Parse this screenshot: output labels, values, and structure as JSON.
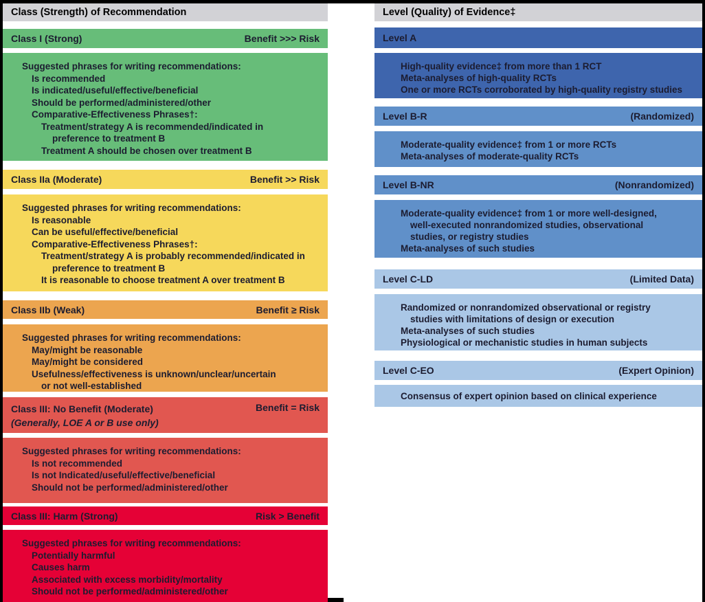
{
  "colors": {
    "frame": "#000000",
    "header_gray": "#d2d2d6",
    "class_i_green": "#67bd79",
    "class_iia_yellow": "#f6d85b",
    "class_iib_orange": "#eca54f",
    "class_iii_no_benefit_salmon": "#e15750",
    "class_iii_harm_red": "#e50136",
    "level_a_blue": "#3e65ad",
    "level_b_blue": "#6090c9",
    "level_c_blue": "#aac7e6",
    "text": "#1c1c30"
  },
  "left": {
    "header": "Class (Strength) of Recommendation",
    "sections": [
      {
        "title": "Class I (Strong)",
        "risk": "Benefit >>> Risk",
        "lines": [
          {
            "t": "Suggested phrases for writing recommendations:",
            "i": 0
          },
          {
            "t": "Is recommended",
            "i": 1
          },
          {
            "t": "Is indicated/useful/effective/beneficial",
            "i": 1
          },
          {
            "t": "Should be performed/administered/other",
            "i": 1
          },
          {
            "t": "Comparative-Effectiveness Phrases†:",
            "i": 1
          },
          {
            "t": "Treatment/strategy A is recommended/indicated in",
            "i": 2
          },
          {
            "t": "preference to treatment B",
            "i": 3
          },
          {
            "t": "Treatment A should be chosen over treatment B",
            "i": 2
          }
        ]
      },
      {
        "title": "Class IIa (Moderate)",
        "risk": "Benefit >> Risk",
        "lines": [
          {
            "t": "Suggested phrases for writing recommendations:",
            "i": 0
          },
          {
            "t": "Is reasonable",
            "i": 1
          },
          {
            "t": "Can be useful/effective/beneficial",
            "i": 1
          },
          {
            "t": "Comparative-Effectiveness Phrases†:",
            "i": 1
          },
          {
            "t": "Treatment/strategy A is probably recommended/indicated in",
            "i": 2
          },
          {
            "t": "preference to treatment B",
            "i": 3
          },
          {
            "t": "It is reasonable to choose treatment A over treatment B",
            "i": 2
          }
        ]
      },
      {
        "title": "Class IIb (Weak)",
        "risk": "Benefit ≥ Risk",
        "lines": [
          {
            "t": "Suggested phrases for writing recommendations:",
            "i": 0
          },
          {
            "t": "May/might be reasonable",
            "i": 1
          },
          {
            "t": "May/might be considered",
            "i": 1
          },
          {
            "t": "Usefulness/effectiveness is unknown/unclear/uncertain",
            "i": 1
          },
          {
            "t": "or not well-established",
            "i": 2
          }
        ]
      },
      {
        "title": "Class III: No Benefit (Moderate)",
        "subtitle": "(Generally, LOE A or B use only)",
        "risk": "Benefit = Risk",
        "lines": [
          {
            "t": "Suggested phrases for writing recommendations:",
            "i": 0
          },
          {
            "t": "Is not recommended",
            "i": 1
          },
          {
            "t": "Is not Indicated/useful/effective/beneficial",
            "i": 1
          },
          {
            "t": "Should not be performed/administered/other",
            "i": 1
          }
        ]
      },
      {
        "title": "Class III: Harm (Strong)",
        "risk": "Risk > Benefit",
        "lines": [
          {
            "t": "Suggested phrases for writing recommendations:",
            "i": 0
          },
          {
            "t": "Potentially harmful",
            "i": 1
          },
          {
            "t": "Causes harm",
            "i": 1
          },
          {
            "t": "Associated with excess morbidity/mortality",
            "i": 1
          },
          {
            "t": "Should not be performed/administered/other",
            "i": 1
          }
        ]
      }
    ]
  },
  "right": {
    "header": "Level (Quality) of Evidence‡",
    "sections": [
      {
        "title": "Level A",
        "qualifier": "",
        "lines": [
          {
            "t": "High-quality evidence‡ from more than 1 RCT",
            "i": 0
          },
          {
            "t": "Meta-analyses of high-quality RCTs",
            "i": 0
          },
          {
            "t": "One or more RCTs corroborated by high-quality registry studies",
            "i": 0
          }
        ]
      },
      {
        "title": "Level B-R",
        "qualifier": "(Randomized)",
        "lines": [
          {
            "t": "Moderate-quality evidence‡ from 1 or more RCTs",
            "i": 0
          },
          {
            "t": "Meta-analyses of moderate-quality RCTs",
            "i": 0
          }
        ]
      },
      {
        "title": "Level B-NR",
        "qualifier": "(Nonrandomized)",
        "lines": [
          {
            "t": "Moderate-quality evidence‡ from 1 or more well-designed,",
            "i": 0
          },
          {
            "t": "well-executed nonrandomized studies, observational",
            "i": 1
          },
          {
            "t": "studies, or registry studies",
            "i": 1
          },
          {
            "t": "Meta-analyses of such studies",
            "i": 0
          }
        ]
      },
      {
        "title": "Level C-LD",
        "qualifier": "(Limited Data)",
        "lines": [
          {
            "t": "Randomized or nonrandomized observational or registry",
            "i": 0
          },
          {
            "t": "studies with limitations of design or execution",
            "i": 1
          },
          {
            "t": "Meta-analyses of such studies",
            "i": 0
          },
          {
            "t": "Physiological or mechanistic studies in human subjects",
            "i": 0
          }
        ]
      },
      {
        "title": "Level C-EO",
        "qualifier": "(Expert Opinion)",
        "lines": [
          {
            "t": "Consensus of expert opinion based on clinical experience",
            "i": 0
          }
        ]
      }
    ]
  }
}
